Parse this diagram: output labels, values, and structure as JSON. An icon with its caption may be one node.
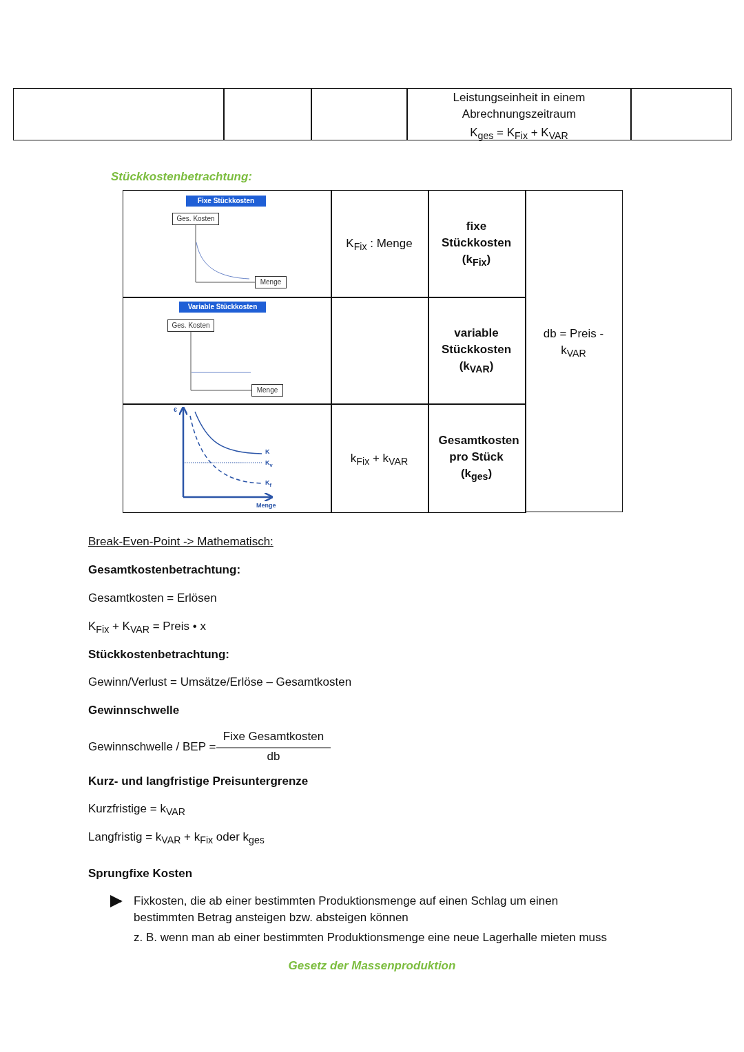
{
  "diagram": {
    "labels": [
      "Leistungseinheit in einem Abrechnungszeitraum",
      "K$_{ges}$ = K$_{Fix}$ + K$_{VAR}$",
      "Stückkostenbetrachtung:",
      "Fixe Stückkosten",
      "Ges. Kosten",
      "Menge",
      "K$_{Fix}$ : Menge",
      "fixe Stückkosten (k$_{Fix}$)",
      "db = Preis - k$_{VAR}$",
      "Variable Stückkosten",
      "Ges. Kosten",
      "Menge",
      "variable Stückkosten (k$_{VAR}$)",
      "€",
      "K",
      "K$_{v}$",
      "K$_{f}$",
      "Menge",
      "k$_{Fix}$ + k$_{VAR}$",
      "Gesamtkosten pro Stück (k$_{ges}$)",
      "Break-Even-Point -> Mathematisch:",
      "Gesamtkostenbetrachtung:",
      "Gesamtkosten = Erlösen",
      "K$_{Fix}$ + K$_{VAR}$ = Preis • x",
      "Stückkostenbetrachtung:",
      "Gewinn/Verlust = Umsätze/Erlöse – Gesamtkosten",
      "Gewinnschwelle",
      "Gewinnschwelle / BEP =",
      "Fixe Gesamtkosten",
      "db",
      "Kurz- und langfristige Preisuntergrenze",
      "Kurzfristige = k$_{VAR}$",
      "Langfristig = k$_{VAR}$ + k$_{Fix}$ oder k$_{ges}$",
      "Sprungfixe Kosten",
      "Fixkosten, die ab einer bestimmten Produktionsmenge auf einen Schlag um einen bestimmten Betrag ansteigen bzw. absteigen können",
      "z. B. wenn man ab einer bestimmten Produktionsmenge eine neue Lagerhalle mieten muss",
      "Gesetz der Massenproduktion"
    ]
  }
}
